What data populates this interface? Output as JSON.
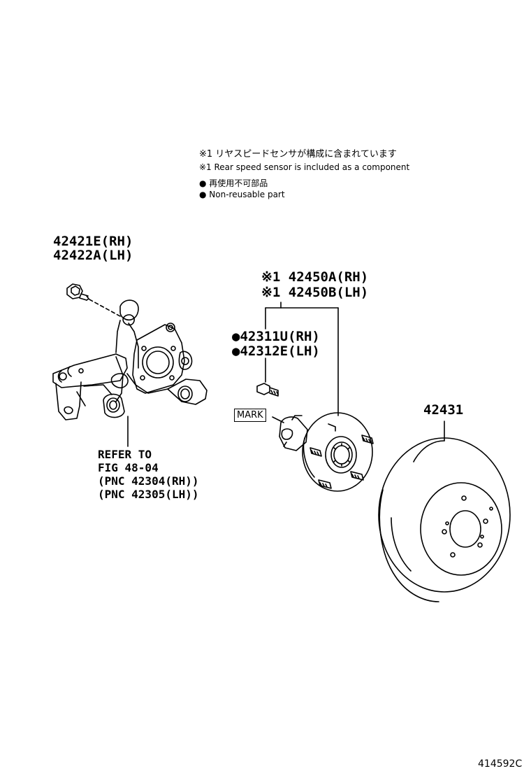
{
  "notes": {
    "jp_asterisk": "※1 リヤスピードセンサが構成に含まれています",
    "en_asterisk": "※1 Rear speed sensor is included as a component",
    "jp_bullet": "● 再使用不可部品",
    "en_bullet": "● Non-reusable part"
  },
  "parts": {
    "knuckle_bolt_rh": "42421E(RH)",
    "knuckle_bolt_lh": "42422A(LH)",
    "hub_rh": "※1 42450A(RH)",
    "hub_lh": "※1 42450B(LH)",
    "hub_bolt_rh": "●42311U(RH)",
    "hub_bolt_lh": "●42312E(LH)",
    "disc": "42431"
  },
  "refer": {
    "line1": "REFER TO",
    "line2": "FIG 48-04",
    "line3": "(PNC 42304(RH))",
    "line4": "(PNC 42305(LH))"
  },
  "mark_label": "MARK",
  "figure_number": "414592C"
}
